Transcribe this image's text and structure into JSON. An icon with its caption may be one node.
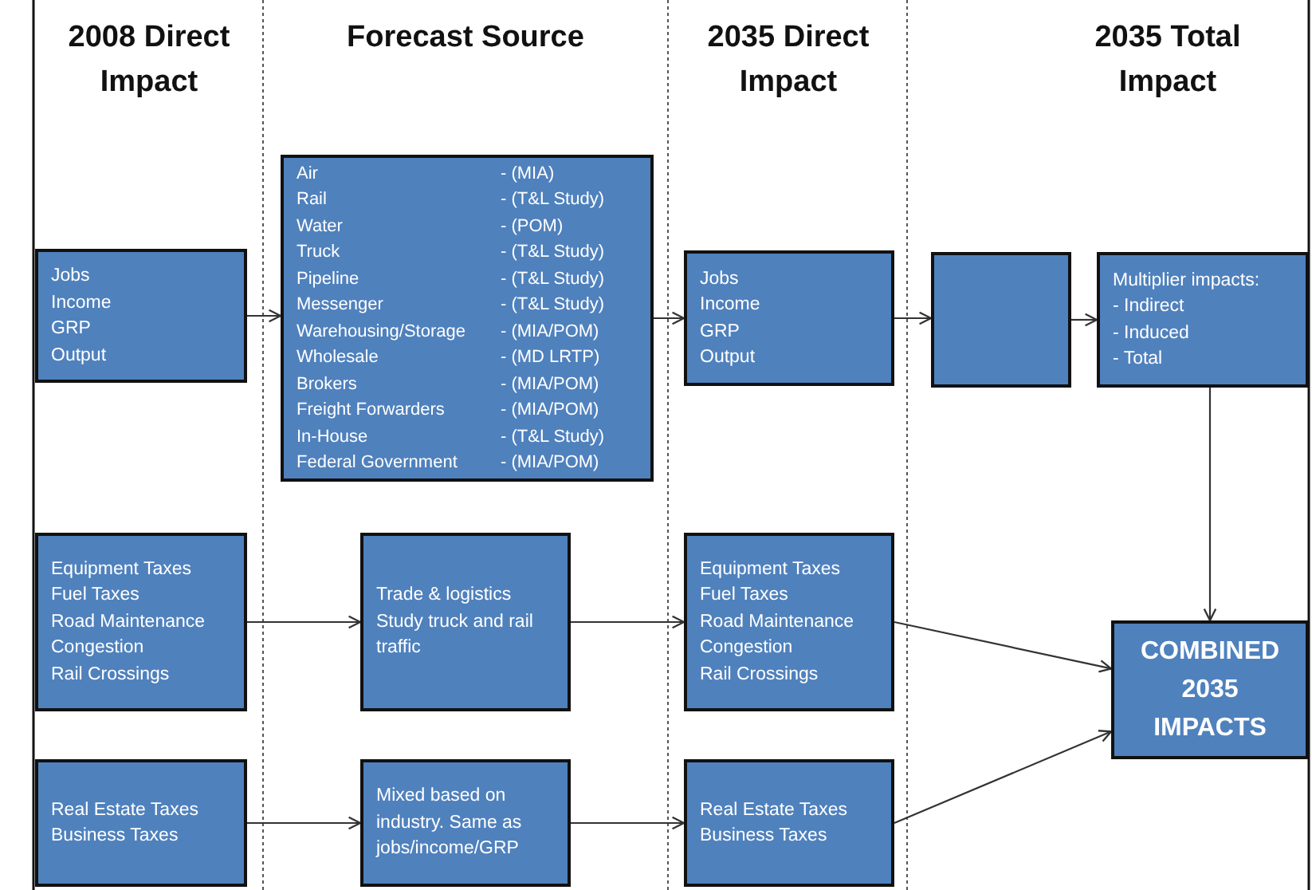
{
  "diagram": {
    "nodes": [
      {
        "text": [
          "Jobs",
          "Income",
          "GRP",
          "Output"
        ]
      },
      {
        "text": [
          "Air",
          "- (MIA)",
          "Rail",
          "- (T&L Study)",
          "Water",
          "- (POM)",
          "Truck",
          "- (T&L Study)",
          "Pipeline",
          "- (T&L Study)",
          "Messenger",
          "- (T&L Study)",
          "Warehousing/Storage",
          "- (MIA/POM)",
          "Wholesale",
          "- (MD LRTP)",
          "Brokers",
          "- (MIA/POM)",
          "Freight Forwarders",
          "- (MIA/POM)",
          "In-House",
          "- (T&L Study)",
          "Federal Government",
          "- (MIA/POM)"
        ]
      },
      {
        "text": [
          "Jobs",
          "Income",
          "GRP",
          "Output"
        ]
      },
      {
        "text": [],
        "shape": "box"
      },
      {
        "text": [
          "Multiplier impacts:",
          "- Indirect",
          "- Induced",
          "- Total"
        ]
      },
      {
        "text": [
          "Equipment Taxes",
          "Fuel Taxes",
          "Road Maintenance",
          "Congestion",
          "Rail Crossings"
        ]
      },
      {
        "text": [
          "Trade & logistics Study truck and rail traffic"
        ]
      },
      {
        "text": [
          "Equipment Taxes",
          "Fuel Taxes",
          "Road Maintenance",
          "Congestion",
          "Rail Crossings"
        ]
      },
      {
        "text": [
          "COMBINED 2035 IMPACTS"
        ]
      },
      {
        "text": [
          "Real Estate Taxes",
          "Business Taxes"
        ]
      },
      {
        "text": [
          "Mixed based on industry. Same as jobs/income/GRP"
        ]
      },
      {
        "text": [
          "Real Estate Taxes",
          "Business Taxes"
        ]
      }
    ],
    "edges": [
      {
        "from": 0,
        "to": 1,
        "arrow": "to"
      },
      {
        "from": 1,
        "to": 2,
        "arrow": "to"
      },
      {
        "from": 2,
        "to": 3,
        "arrow": "to"
      },
      {
        "from": 3,
        "to": 4,
        "arrow": "to"
      },
      {
        "from": 4,
        "to": 8,
        "arrow": "to"
      },
      {
        "from": 5,
        "to": 6,
        "arrow": "to"
      },
      {
        "from": 6,
        "to": 7,
        "arrow": "to"
      },
      {
        "from": 7,
        "to": 8,
        "arrow": "to"
      },
      {
        "from": 9,
        "to": 10,
        "arrow": "to"
      },
      {
        "from": 10,
        "to": 11,
        "arrow": "to"
      },
      {
        "from": 11,
        "to": 8,
        "arrow": "to"
      }
    ],
    "labels": [
      "2008 Direct Impact",
      "Forecast Source",
      "2035 Direct Impact",
      "2035 Total Impact"
    ]
  }
}
